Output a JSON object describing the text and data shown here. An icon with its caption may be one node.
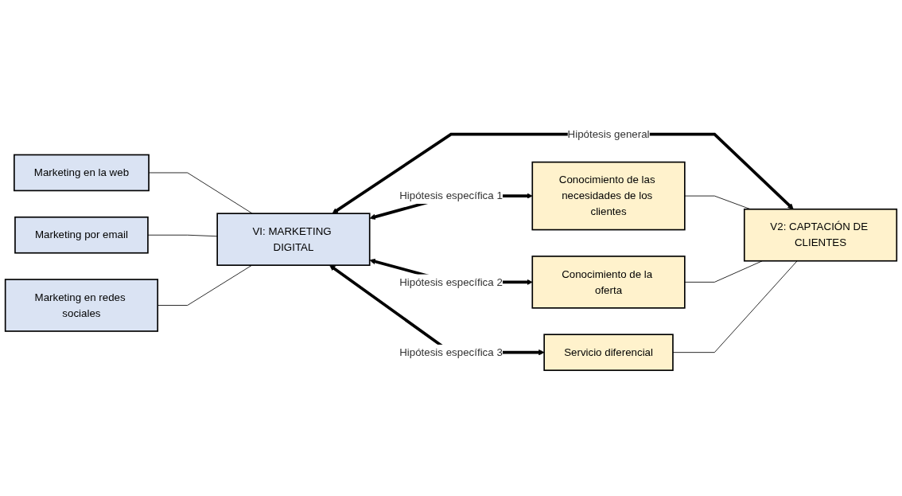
{
  "diagram": {
    "nodes": [
      {
        "text": [
          "Marketing en la web"
        ]
      },
      {
        "text": [
          "Marketing por email"
        ]
      },
      {
        "text": [
          "Marketing en redes sociales"
        ]
      },
      {
        "text": [
          "VI: MARKETING DIGITAL"
        ]
      },
      {
        "text": [
          "Conocimiento de las necesidades de los clientes"
        ]
      },
      {
        "text": [
          "Conocimiento de la oferta"
        ]
      },
      {
        "text": [
          "Servicio diferencial"
        ]
      },
      {
        "text": [
          "V2: CAPTACIÓN DE CLIENTES"
        ]
      }
    ],
    "edges": [
      {
        "from": 0,
        "to": 3,
        "arrow": "none"
      },
      {
        "from": 1,
        "to": 3,
        "arrow": "none"
      },
      {
        "from": 2,
        "to": 3,
        "arrow": "none"
      },
      {
        "from": 3,
        "to": 7,
        "arrow": "both",
        "label": "Hipótesis general",
        "style": "thick"
      },
      {
        "from": 3,
        "to": 4,
        "arrow": "both",
        "label": "Hipótesis específica 1",
        "style": "thick"
      },
      {
        "from": 3,
        "to": 5,
        "arrow": "both",
        "label": "Hipótesis específica 2",
        "style": "thick"
      },
      {
        "from": 3,
        "to": 6,
        "arrow": "both",
        "label": "Hipótesis específica 3",
        "style": "thick"
      },
      {
        "from": 4,
        "to": 7,
        "arrow": "none"
      },
      {
        "from": 5,
        "to": 7,
        "arrow": "none"
      },
      {
        "from": 6,
        "to": 7,
        "arrow": "none"
      }
    ]
  }
}
